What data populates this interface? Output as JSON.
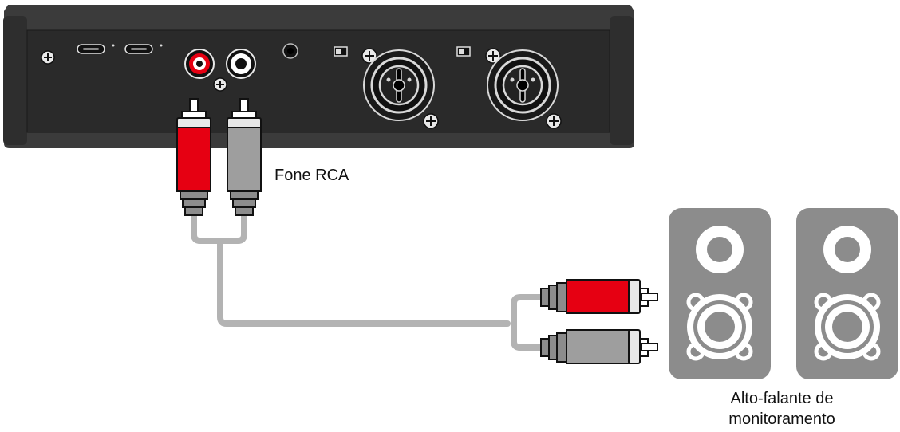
{
  "labels": {
    "rca_cable": "Fone RCA",
    "monitor_speakers_line1": "Alto-falante de",
    "monitor_speakers_line2": "monitoramento"
  },
  "colors": {
    "device_body": "#3a3a3a",
    "device_panel": "#2b2b2b",
    "cable": "#b3b3b3",
    "plug_red": "#e60012",
    "plug_white": "#9e9e9e",
    "speaker": "#8c8c8c"
  }
}
